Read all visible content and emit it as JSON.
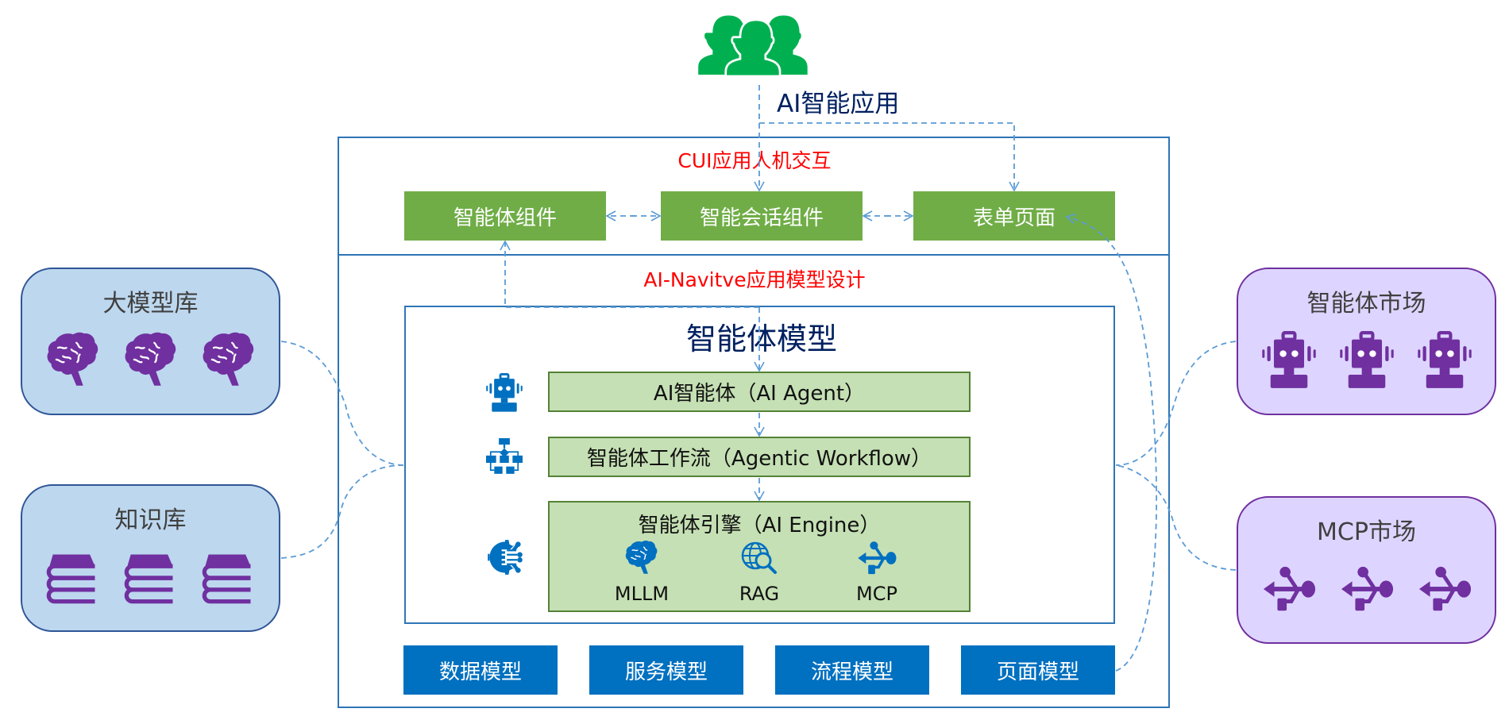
{
  "top": {
    "users_icon": "users-group-icon",
    "app_title": "AI智能应用"
  },
  "cui": {
    "title": "CUI应用人机交互",
    "components": [
      "智能体组件",
      "智能会话组件",
      "表单页面"
    ]
  },
  "native": {
    "title": "AI-Navitve应用模型设计",
    "agent_model": {
      "title": "智能体模型",
      "layers": [
        {
          "label": "AI智能体（AI Agent）",
          "icon": "robot-icon"
        },
        {
          "label": "智能体工作流（Agentic Workflow）",
          "icon": "workflow-icon"
        },
        {
          "label": "智能体引擎（AI Engine）",
          "icon": "ai-gear-icon"
        }
      ],
      "engine_items": [
        {
          "label": "MLLM",
          "icon": "brain-icon"
        },
        {
          "label": "RAG",
          "icon": "globe-search-icon"
        },
        {
          "label": "MCP",
          "icon": "usb-icon"
        }
      ]
    },
    "models": [
      "数据模型",
      "服务模型",
      "流程模型",
      "页面模型"
    ]
  },
  "left_panels": [
    {
      "title": "大模型库",
      "icon": "brain-icon",
      "count": 3
    },
    {
      "title": "知识库",
      "icon": "books-icon",
      "count": 3
    }
  ],
  "right_panels": [
    {
      "title": "智能体市场",
      "icon": "robot-icon",
      "count": 3
    },
    {
      "title": "MCP市场",
      "icon": "usb-icon",
      "count": 3
    }
  ],
  "colors": {
    "frame_blue": "#2e75b6",
    "connector_blue": "#5b9bd5",
    "green": "#70ad47",
    "light_green": "#c5e0b4",
    "model_blue": "#0070c0",
    "icon_purple": "#7030a0",
    "icon_blue": "#0070c0",
    "title_red": "#ff0000",
    "title_navy": "#002060",
    "users_green": "#00b050"
  }
}
